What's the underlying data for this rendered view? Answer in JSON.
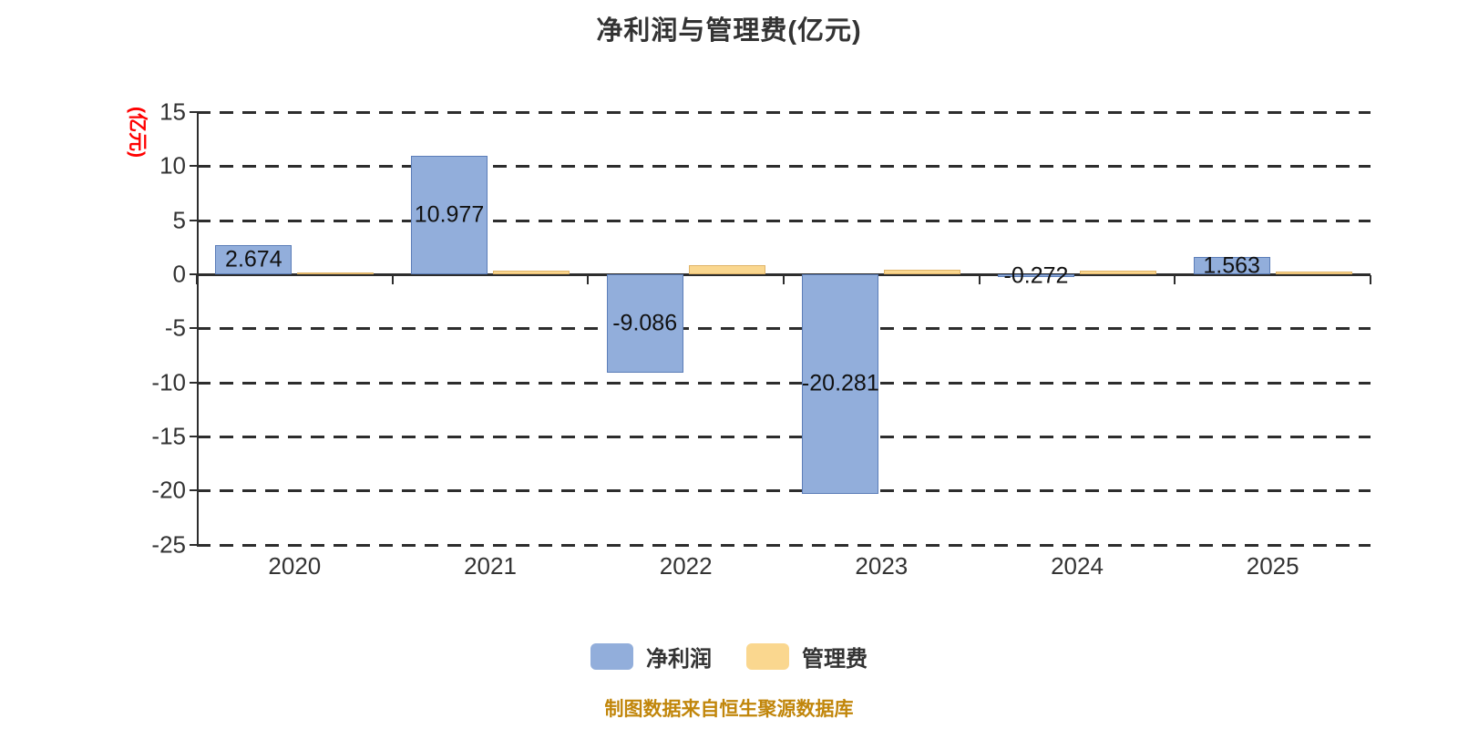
{
  "title": "净利润与管理费(亿元)",
  "y_axis_name": "(亿元)",
  "footer": "制图数据来自恒生聚源数据库",
  "legend": [
    {
      "label": "净利润",
      "color": "#92AEDB"
    },
    {
      "label": "管理费",
      "color": "#FAD78F"
    }
  ],
  "colors": {
    "net_profit_bar": "#92AEDB",
    "net_profit_border": "#5B7DB8",
    "mgmt_fee_bar": "#FAD78F",
    "mgmt_fee_border": "#E0B468",
    "axis_text": "#333333",
    "grid_line": "#2d2d2d",
    "y_axis_name_red": "#FF0000",
    "footer_gold": "#C1860B",
    "title_text": "#333333"
  },
  "chart_data": {
    "type": "bar",
    "title": "净利润与管理费(亿元)",
    "ylabel": "(亿元)",
    "categories": [
      "2020",
      "2021",
      "2022",
      "2023",
      "2024",
      "2025"
    ],
    "series": [
      {
        "name": "净利润",
        "values": [
          2.674,
          10.977,
          -9.086,
          -20.281,
          -0.272,
          1.563
        ],
        "labels": [
          "2.674",
          "10.977",
          "-9.086",
          "-20.281",
          "-0.272",
          "1.563"
        ]
      },
      {
        "name": "管理费",
        "values": [
          0.15,
          0.35,
          0.85,
          0.4,
          0.35,
          0.25
        ],
        "labels": [
          "",
          "",
          "",
          "",
          "",
          ""
        ]
      }
    ],
    "ylim": [
      -25,
      15
    ],
    "yticks": [
      15,
      10,
      5,
      0,
      -5,
      -10,
      -15,
      -20,
      -25
    ],
    "grid": "dashed horizontal",
    "legend_position": "bottom"
  }
}
